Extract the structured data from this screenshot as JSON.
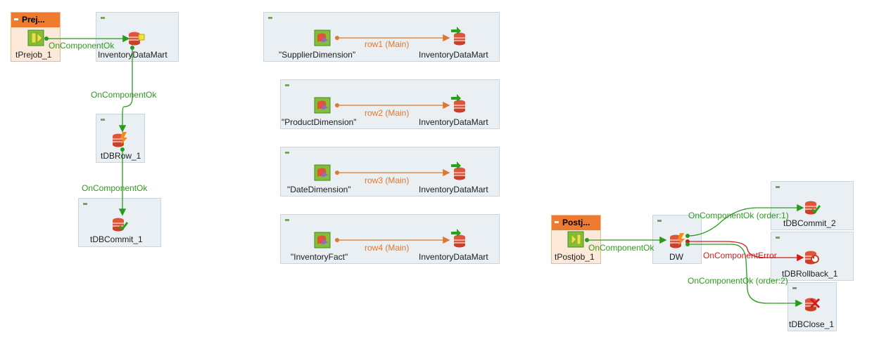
{
  "colors": {
    "ok_link": "#2a9a1e",
    "error_link": "#d11a1a",
    "main_link": "#e0772e",
    "subjob_bg": "#e9eff3",
    "prejob_header": "#ee7b2f"
  },
  "prejob": {
    "header": "Prej...",
    "component_label": "tPrejob_1",
    "icon": "prejob-icon"
  },
  "postjob": {
    "header": "Postj...",
    "component_label": "tPostjob_1",
    "icon": "postjob-icon"
  },
  "components": {
    "inventory_connection": "InventoryDataMart",
    "dbrow": "tDBRow_1",
    "dbcommit1": "tDBCommit_1",
    "dw": "DW",
    "dbcommit2": "tDBCommit_2",
    "dbrollback": "tDBRollback_1",
    "dbclose": "tDBClose_1"
  },
  "flows": [
    {
      "source": "\"SupplierDimension\"",
      "link": "row1 (Main)",
      "target": "InventoryDataMart"
    },
    {
      "source": "\"ProductDimension\"",
      "link": "row2 (Main)",
      "target": "InventoryDataMart"
    },
    {
      "source": "\"DateDimension\"",
      "link": "row3 (Main)",
      "target": "InventoryDataMart"
    },
    {
      "source": "\"InventoryFact\"",
      "link": "row4 (Main)",
      "target": "InventoryDataMart"
    }
  ],
  "triggers": {
    "prejob_ok": "OnComponentOk",
    "conn_ok": "OnComponentOk",
    "row_ok": "OnComponentOk",
    "postjob_ok": "OnComponentOk",
    "dw_ok1": "OnComponentOk (order:1)",
    "dw_error": "OnComponentError",
    "dw_ok2": "OnComponentOk (order:2)"
  }
}
